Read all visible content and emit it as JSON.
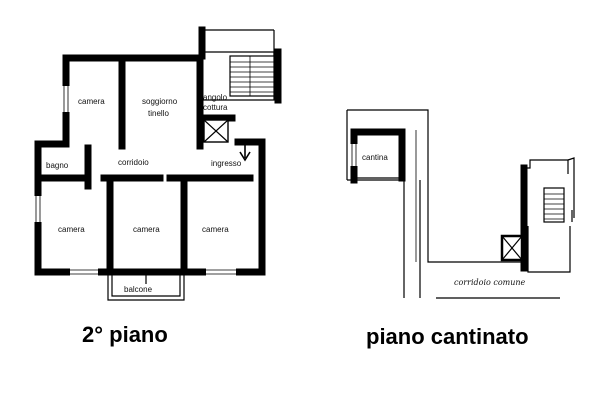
{
  "floors": {
    "second": {
      "title": "2° piano",
      "rooms": {
        "camera_top": "camera",
        "soggiorno": "soggiorno",
        "tinello": "tinello",
        "angolo": "angolo",
        "cottura": "cottura",
        "bagno": "bagno",
        "corridoio": "corridoio",
        "ingresso": "ingresso",
        "camera_left": "camera",
        "camera_mid": "camera",
        "camera_right": "camera",
        "balcone": "balcone"
      }
    },
    "basement": {
      "title": "piano cantinato",
      "rooms": {
        "cantina": "cantina",
        "corridoio_comune": "corridoio comune"
      }
    }
  }
}
